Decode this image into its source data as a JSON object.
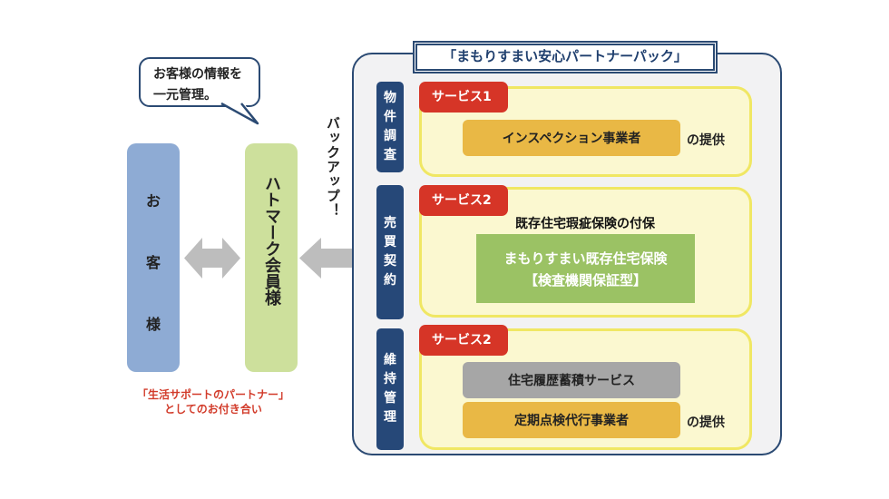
{
  "bubble": {
    "line1": "お客様の情報を",
    "line2": "一元管理。"
  },
  "customer": {
    "chars": [
      "お",
      "客",
      "様"
    ]
  },
  "member": {
    "label": "ハトマーク会員様"
  },
  "backup": {
    "label": "バックアップ！"
  },
  "partner_caption": {
    "line1": "「生活サポートのパートナー」",
    "line2": "としてのお付き合い"
  },
  "pack": {
    "title": "「まもりすまい安心パートナーパック」",
    "sections": [
      {
        "phase": [
          "物",
          "件",
          "調",
          "査"
        ],
        "tag": "サービス1",
        "items": [
          {
            "label": "インスペクション事業者",
            "suffix": "の提供"
          }
        ]
      },
      {
        "phase": [
          "売",
          "買",
          "契",
          "約"
        ],
        "tag": "サービス2",
        "heading": "既存住宅瑕疵保険の付保",
        "box_line1": "まもりすまい既存住宅保険",
        "box_line2": "【検査機関保証型】"
      },
      {
        "phase": [
          "維",
          "持",
          "管",
          "理"
        ],
        "tag": "サービス2",
        "items": [
          {
            "label": "住宅履歴蓄積サービス"
          },
          {
            "label": "定期点検代行事業者",
            "suffix": "の提供"
          }
        ]
      }
    ]
  },
  "colors": {
    "navy": "#264878",
    "red": "#d63527",
    "customer_blue": "#8eabd4",
    "member_green": "#cde09c",
    "panel_yellow": "#fbf8d0",
    "panel_border": "#f0e763",
    "orange": "#e9b845",
    "green_box": "#9bc264",
    "gray_box": "#a6a6a6",
    "arrow_gray": "#bdbdbd"
  }
}
